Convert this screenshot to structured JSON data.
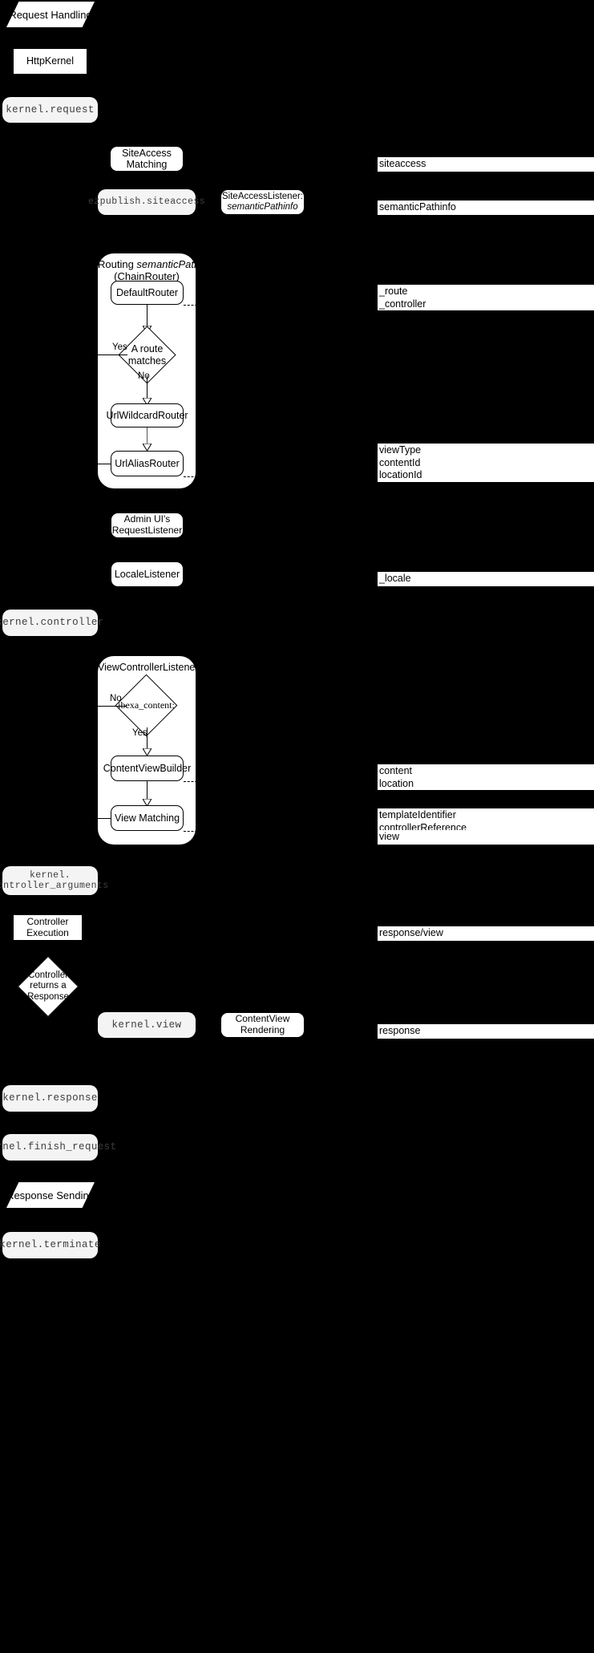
{
  "diagram": {
    "title": "Ibexa / Symfony HTTP request-handling flow",
    "background": "#000000",
    "node_fill": "#ffffff",
    "event_fill": "#f4f4f4",
    "stroke": "#000000"
  },
  "phases": [
    {
      "label": "Request Handling"
    },
    {
      "label": "Response Sending"
    }
  ],
  "kernel_events": [
    {
      "label": "kernel.request"
    },
    {
      "label": "ezpublish.siteaccess"
    },
    {
      "label": "kernel.controller"
    },
    {
      "label": "kernel.\ncontroller_arguments"
    },
    {
      "label": "kernel.view"
    },
    {
      "label": "kernel.response"
    },
    {
      "label": "kernel.finish_request"
    },
    {
      "label": "kernel.terminate"
    }
  ],
  "nodes": [
    {
      "label": "HttpKernel"
    },
    {
      "label": "SiteAccess Matching"
    },
    {
      "label": "SiteAccessListener:\nsemanticPathinfo"
    },
    {
      "label": "Admin UI's\nRequestListener"
    },
    {
      "label": "LocaleListener"
    },
    {
      "label": "Controller Execution"
    },
    {
      "label": "ContentView Rendering"
    }
  ],
  "routing_group": {
    "title_line1_prefix": "Routing ",
    "title_line1_italic": "semanticPathinfo",
    "title_line2": "(ChainRouter)",
    "steps": [
      {
        "label": "DefaultRouter"
      },
      {
        "label": "UrlWildcardRouter"
      },
      {
        "label": "UrlAliasRouter"
      }
    ],
    "decision": {
      "label": "A route\nmatches",
      "yes": "Yes",
      "no": "No"
    }
  },
  "view_group": {
    "title": "ViewControllerListener",
    "decision": {
      "label": "ibexa_content:",
      "yes": "Yes",
      "no": "No"
    },
    "steps": [
      {
        "label": "ContentViewBuilder"
      },
      {
        "label": "View Matching"
      }
    ]
  },
  "controller_decision": {
    "label": "Controller\nreturns a\nResponse"
  },
  "attributes": [
    {
      "label": "siteaccess"
    },
    {
      "label": "semanticPathinfo"
    },
    {
      "label": "_route\n_controller"
    },
    {
      "label": "viewType\ncontentId\nlocationId"
    },
    {
      "label": "_locale"
    },
    {
      "label": "content\nlocation"
    },
    {
      "label": "templateIdentifier\ncontrollerReference"
    },
    {
      "label": "view"
    },
    {
      "label": "response/view"
    },
    {
      "label": "response"
    }
  ]
}
